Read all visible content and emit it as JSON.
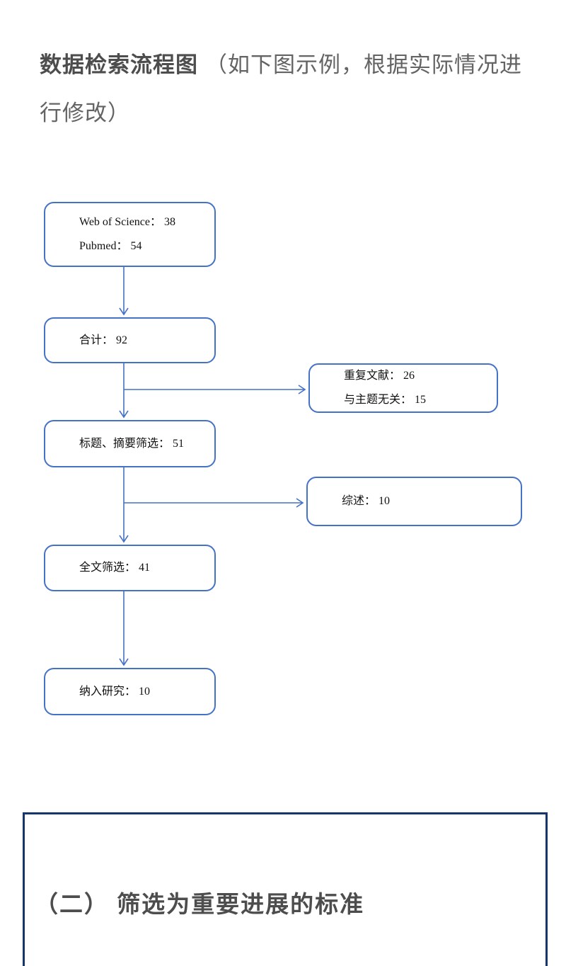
{
  "title": {
    "bold": "数据检索流程图",
    "rest": "（如下图示例，根据实际情况进行修改）"
  },
  "flowchart": {
    "accent_color": "#4472C4",
    "boxes": [
      {
        "id": "sources",
        "lines": [
          "Web of Science： 38",
          "Pubmed： 54"
        ]
      },
      {
        "id": "total",
        "lines": [
          "合计： 92"
        ]
      },
      {
        "id": "excluded-duplicates",
        "lines": [
          "重复文献： 26",
          "与主题无关： 15"
        ]
      },
      {
        "id": "title-abstract-screen",
        "lines": [
          "标题、摘要筛选： 51"
        ]
      },
      {
        "id": "reviews-excluded",
        "lines": [
          "综述： 10"
        ]
      },
      {
        "id": "fulltext-screen",
        "lines": [
          "全文筛选： 41"
        ]
      },
      {
        "id": "included-studies",
        "lines": [
          "纳入研究： 10"
        ]
      }
    ]
  },
  "section": {
    "heading": "（二） 筛选为重要进展的标准",
    "border_color": "#14366D"
  }
}
